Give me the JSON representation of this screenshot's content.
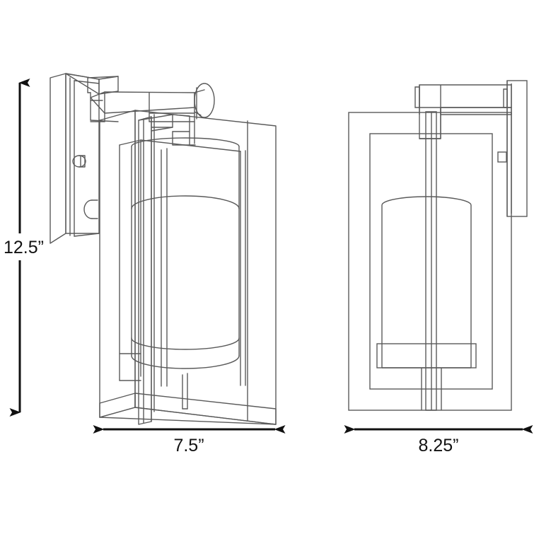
{
  "drawing": {
    "kind": "product-dimension-drawing",
    "subject": "outdoor wall sconce lantern",
    "background_color": "#ffffff",
    "line_color": "#5a5a5a",
    "dimension_color": "#111111",
    "views": [
      {
        "id": "perspective-view",
        "name": "three-quarter perspective view",
        "parts": [
          "wall-mounting-backplate",
          "mounting-arm",
          "cylindrical-end-cap",
          "outer-square-frame",
          "inner-frame-rails",
          "cylindrical-glass-shade",
          "bottom-band",
          "bottom-finial",
          "backplate-screw-boss"
        ]
      },
      {
        "id": "side-elevation-view",
        "name": "side elevation view",
        "parts": [
          "wall-mounting-backplate",
          "mounting-arm",
          "outer-rectangular-frame",
          "inner-rectangular-frame",
          "center-vertical-post",
          "cylindrical-glass-shade",
          "bottom-band",
          "bottom-finial",
          "backplate-tab"
        ]
      }
    ]
  },
  "dimensions": {
    "height": {
      "label": "12.5”",
      "value": 12.5,
      "unit": "inch",
      "orientation": "vertical",
      "applies_to": "overall fixture height"
    },
    "width_perspective": {
      "label": "7.5”",
      "value": 7.5,
      "unit": "inch",
      "orientation": "horizontal",
      "applies_to": "overall fixture width"
    },
    "width_side": {
      "label": "8.25”",
      "value": 8.25,
      "unit": "inch",
      "orientation": "horizontal",
      "applies_to": "overall fixture depth / extension"
    }
  }
}
